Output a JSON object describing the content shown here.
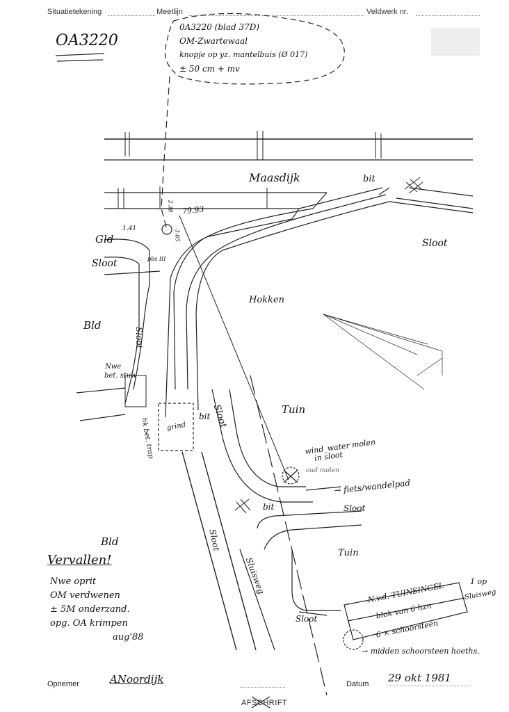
{
  "header": {
    "situatietekening": "Situatietekening",
    "meetlijn": "Meetlijn",
    "veldwerk": "Veldwerk nr."
  },
  "reference": {
    "id": "OA3220",
    "note_lines": [
      "0A3220 (blad 37D)",
      "OM-Zwartewaal",
      "knopje op yz. mantelbuis (Ø 017)",
      "± 50 cm + mv"
    ]
  },
  "labels": {
    "maasdijk": "Maasdijk",
    "bit_top": "bit",
    "sloot_right": "Sloot",
    "gld": "Gld",
    "sloot_left": "Sloot",
    "hokken": "Hokken",
    "bld_upper": "Bld",
    "sloot_curve": "Sloot",
    "sloot_diag": "Sloot",
    "nwe_bet_stuw": [
      "Nwe",
      "bet. stuw"
    ],
    "tuin_upper": "Tuin",
    "grind": "grind",
    "bit_mid": "bit",
    "hk_bet_trap": "hk bet. trap",
    "molen": [
      "wind_water molen",
      "in sloot"
    ],
    "oud_molen": "oud molen",
    "fietspad": "→ fiets/wandelpad",
    "bit_low": "bit",
    "sloot_low": "Sloot",
    "sloot_vert": "Sloot",
    "sluisweg": "Sluisweg",
    "tuin_lower": "Tuin",
    "bld_lower": "Bld",
    "sloot_bottom": "Sloot",
    "measure_1": "79.93",
    "measure_2": "2.38",
    "measure_3": "3.65",
    "measure_4": "1.41",
    "measure_5": "pbs III",
    "tuinsingel": "N.v.d. TUINSINGEL",
    "one_op": "1 op",
    "sluisweg_right": "Sluisweg",
    "blok": "blok van 6 hzn",
    "schoorsteen": "6 × schoorsteen",
    "midden": "→ midden schoorsteen hoeths."
  },
  "vervallen": {
    "title": "Vervallen!",
    "lines": [
      "Nwe oprit",
      "OM verdwenen",
      "± 5M onderzand.",
      "opg. OA krimpen",
      "aug'88"
    ]
  },
  "footer": {
    "opnemer_label": "Opnemer",
    "opnemer_value": "ANoordijk",
    "datum_label": "Datum",
    "datum_value": "29 okt 1981",
    "afschrift": "AFSCHRIFT"
  }
}
